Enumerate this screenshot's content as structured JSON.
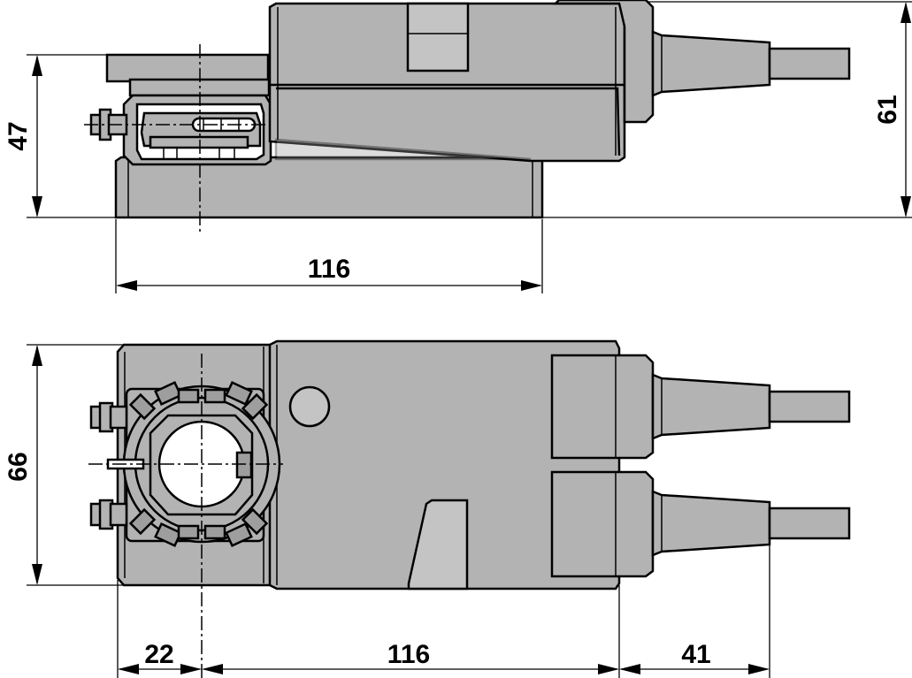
{
  "colors": {
    "body_fill": "#b3b3b3",
    "body_fill_dark": "#9e9e9e",
    "body_fill_light": "#c4c4c4",
    "line": "#000000",
    "background": "#ffffff"
  },
  "side_view": {
    "dimensions": {
      "length": "116",
      "height_base": "47",
      "height_total": "61"
    }
  },
  "top_view": {
    "dimensions": {
      "width": "66",
      "offset_left": "22",
      "length": "116",
      "cable_length": "41"
    }
  }
}
